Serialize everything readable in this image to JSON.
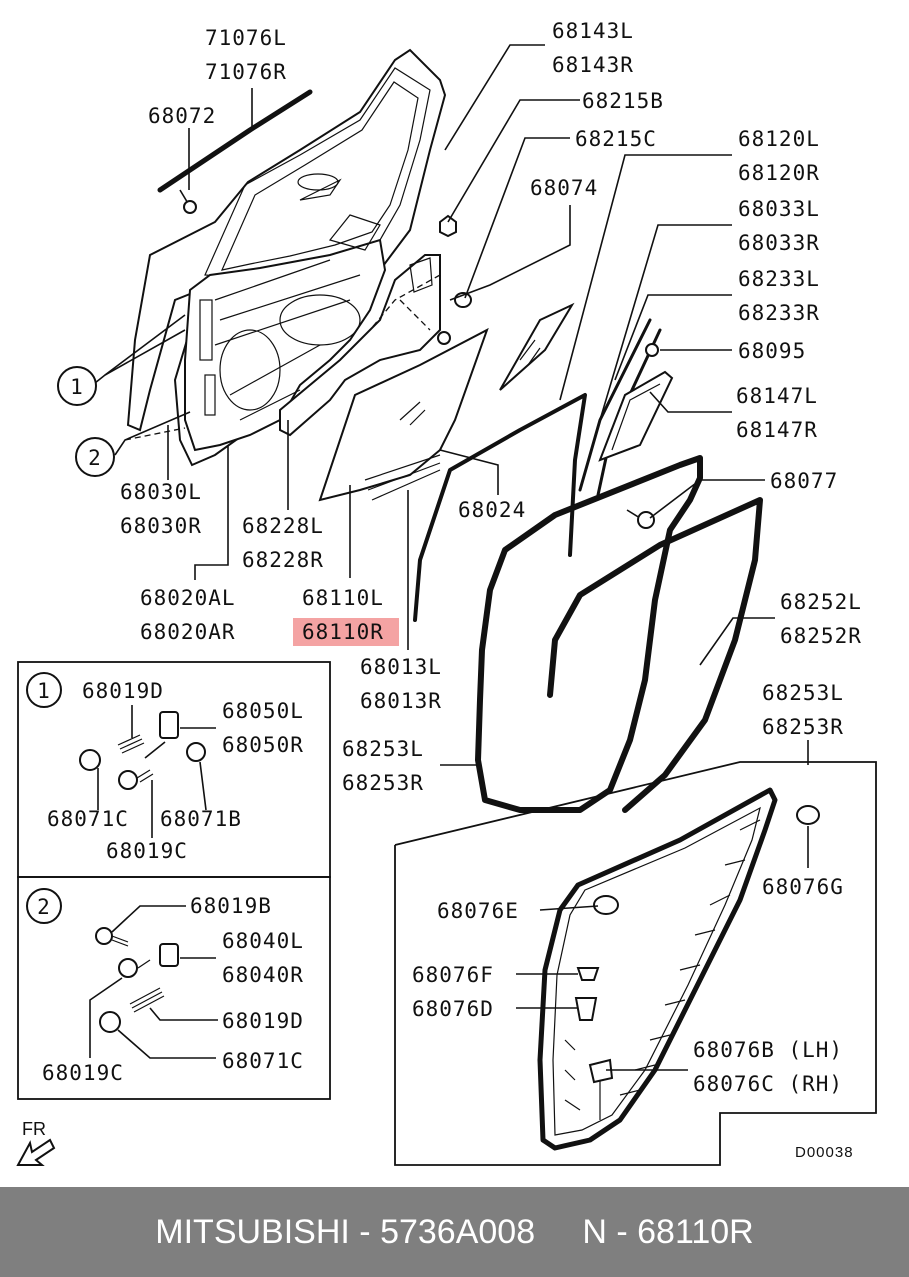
{
  "labels": {
    "p71076L": "71076L",
    "p71076R": "71076R",
    "p68072": "68072",
    "p68143L": "68143L",
    "p68143R": "68143R",
    "p68215B": "68215B",
    "p68215C": "68215C",
    "p68120L": "68120L",
    "p68120R": "68120R",
    "p68074": "68074",
    "p68033L": "68033L",
    "p68033R": "68033R",
    "p68233L": "68233L",
    "p68233R": "68233R",
    "p68095": "68095",
    "p68147L": "68147L",
    "p68147R": "68147R",
    "p68077": "68077",
    "p68024": "68024",
    "p68030L": "68030L",
    "p68030R": "68030R",
    "p68228L": "68228L",
    "p68228R": "68228R",
    "p68020AL": "68020AL",
    "p68020AR": "68020AR",
    "p68110L": "68110L",
    "p68110R": "68110R",
    "p68013L": "68013L",
    "p68013R": "68013R",
    "p68252L": "68252L",
    "p68252R": "68252R",
    "p68253L_right": "68253L",
    "p68253R_right": "68253R",
    "p68253L_left": "68253L",
    "p68253R_left": "68253R",
    "p68076G": "68076G",
    "p68076E": "68076E",
    "p68076F": "68076F",
    "p68076D": "68076D",
    "p68076B": "68076B (LH)",
    "p68076C": "68076C (RH)",
    "callout1": "1",
    "callout2": "2",
    "inset1_num": "1",
    "inset1_68019D": "68019D",
    "inset1_68050L": "68050L",
    "inset1_68050R": "68050R",
    "inset1_68071C": "68071C",
    "inset1_68071B": "68071B",
    "inset1_68019C": "68019C",
    "inset2_num": "2",
    "inset2_68019B": "68019B",
    "inset2_68040L": "68040L",
    "inset2_68040R": "68040R",
    "inset2_68019D": "68019D",
    "inset2_68019C": "68019C",
    "inset2_68071C": "68071C",
    "fr": "FR",
    "diagram_code": "D00038"
  },
  "highlight_color": "#f4a3a3",
  "footer": {
    "brand": "MITSUBISHI",
    "sep1": " - ",
    "part_number": "5736A008",
    "spacer": "     ",
    "ref_prefix": "N",
    "sep2": " - ",
    "ref_number": "68110R"
  },
  "footer_bg": "#7f7f7f"
}
